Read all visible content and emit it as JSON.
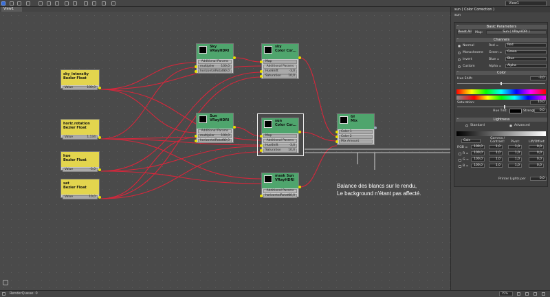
{
  "window": {
    "view_selector": "View1",
    "tab": "View1"
  },
  "status": {
    "text": "RenderQueue: 0",
    "zoom": "75%"
  },
  "nodes": {
    "sky_intensity": {
      "title1": "sky_intensity",
      "title2": "Bezier Float",
      "row_label": "Value",
      "row_value": "100,0"
    },
    "horiz_rotation": {
      "title1": "horiz.rotation",
      "title2": "Bezier Float",
      "row_label": "Value",
      "row_value": "1,134"
    },
    "hue": {
      "title1": "hue",
      "title2": "Bezier Float",
      "row_label": "Value",
      "row_value": "-3,0"
    },
    "sat": {
      "title1": "sat",
      "title2": "Bezier Float",
      "row_label": "Value",
      "row_value": "10,0"
    },
    "sky_vray": {
      "title1": "Sky",
      "title2": "VRayHDRI",
      "band": "Additional Params",
      "r1": "multiplier",
      "v1": "100,0",
      "r2": "horizontalRotat...",
      "v2": "90,0"
    },
    "sun_vray": {
      "title1": "Sun",
      "title2": "VRayHDRI",
      "band": "Additional Params",
      "r1": "multiplier",
      "v1": "100,0",
      "r2": "horizontalRotat...",
      "v2": "90,0"
    },
    "mask_sun": {
      "title1": "mask Sun",
      "title2": "VRayHDRI",
      "band": "Additional Params",
      "r1": "horizontalRotat...",
      "v1": "90,0"
    },
    "sky_cc": {
      "title1": "sky",
      "title2": "Color Cor...",
      "r0": "Map",
      "band": "Additional Params",
      "r1": "HueShift",
      "v1": "-3,0",
      "r2": "Saturation",
      "v2": "10,0"
    },
    "sun_cc": {
      "title1": "sun",
      "title2": "Color Cor...",
      "r0": "Map",
      "band": "Additional Params",
      "r1": "HueShift",
      "v1": "-3,0",
      "r2": "Saturation",
      "v2": "10,0"
    },
    "gi_mix": {
      "title1": "GI",
      "title2": "Mix",
      "r1": "Color 1",
      "r2": "Color 2",
      "r3": "Mix Amount"
    }
  },
  "annotation": {
    "line1": "Balance des blancs sur le rendu,",
    "line2": "Le background n'étant pas affecté."
  },
  "panel": {
    "title": "sun ( Color Correction )",
    "subtitle": "sun",
    "basic": {
      "header": "Basic Parameters",
      "reset_all": "Reset All",
      "map_label": "Map:",
      "map_value": "Sun ( VRayHDRI )"
    },
    "channels": {
      "header": "Channels",
      "modes": [
        "Normal",
        "Monochrome",
        "Invert",
        "Custom"
      ],
      "selected_mode": "Normal",
      "rows": [
        {
          "label": "Red =",
          "value": "Red"
        },
        {
          "label": "Green =",
          "value": "Green"
        },
        {
          "label": "Blue =",
          "value": "Blue"
        },
        {
          "label": "Alpha =",
          "value": "Alpha"
        }
      ]
    },
    "color": {
      "header": "Color",
      "hue_shift_label": "Hue Shift:",
      "hue_shift_value": "-3,0",
      "saturation_label": "Saturation:",
      "saturation_value": "10,0",
      "hue_tint_label": "Hue Tint:",
      "strength_label": "Strength:",
      "strength_value": "0,0",
      "hue_shift_fraction": 0.49,
      "saturation_fraction": 0.53
    },
    "lightness": {
      "header": "Lightness",
      "standard": "Standard",
      "advanced": "Advanced",
      "selected": "Advanced",
      "gain_select": "Gain",
      "gamma_header_1": "Gamma /",
      "gamma_header_2": "Contrast:",
      "pivot_header": "Pivot:",
      "lift_header": "Lift/Offset:",
      "rows": [
        {
          "label": "RGB =",
          "gain": "100,0",
          "gamma": "1,0",
          "pivot": "1,0",
          "lift": "0,0"
        },
        {
          "label": "R =",
          "gain": "100,0",
          "gamma": "1,0",
          "pivot": "1,0",
          "lift": "0,0"
        },
        {
          "label": "G =",
          "gain": "100,0",
          "gamma": "1,0",
          "pivot": "1,0",
          "lift": "0,0"
        },
        {
          "label": "B =",
          "gain": "100,0",
          "gamma": "1,0",
          "pivot": "1,0",
          "lift": "0,0"
        }
      ],
      "printer_lights_label": "Printer Lights per",
      "printer_lights_value": "0,0"
    }
  },
  "colors": {
    "node_yellow": "#e3d54e",
    "node_green": "#4fa56d",
    "wire": "#d8263b",
    "canvas": "#4a4a4a"
  }
}
